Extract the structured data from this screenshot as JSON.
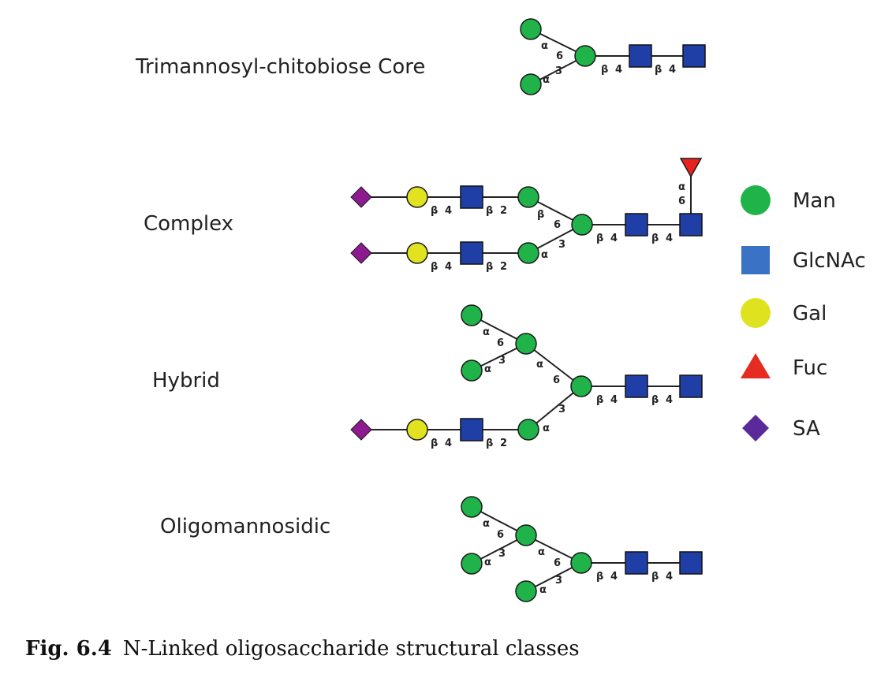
{
  "structures": [
    {
      "name": "Trimannosyl-chitobiose Core"
    },
    {
      "name": "Complex"
    },
    {
      "name": "Hybrid"
    },
    {
      "name": "Oligomannosidic"
    }
  ],
  "linkages": {
    "alpha": "α",
    "beta": "β",
    "pos2": "2",
    "pos3": "3",
    "pos4": "4",
    "pos6": "6"
  },
  "legend": [
    {
      "label": "Man",
      "icon": "green-circle",
      "color": "#1fb34a"
    },
    {
      "label": "GlcNAc",
      "icon": "blue-square",
      "color": "#3a73c6"
    },
    {
      "label": "Gal",
      "icon": "yellow-circle",
      "color": "#dfe31f"
    },
    {
      "label": "Fuc",
      "icon": "red-triangle",
      "color": "#e62b22"
    },
    {
      "label": "SA",
      "icon": "purple-diamond",
      "color": "#5a2a9b"
    }
  ],
  "caption": {
    "number": "Fig. 6.4",
    "text": "N-Linked oligosaccharide structural classes"
  }
}
